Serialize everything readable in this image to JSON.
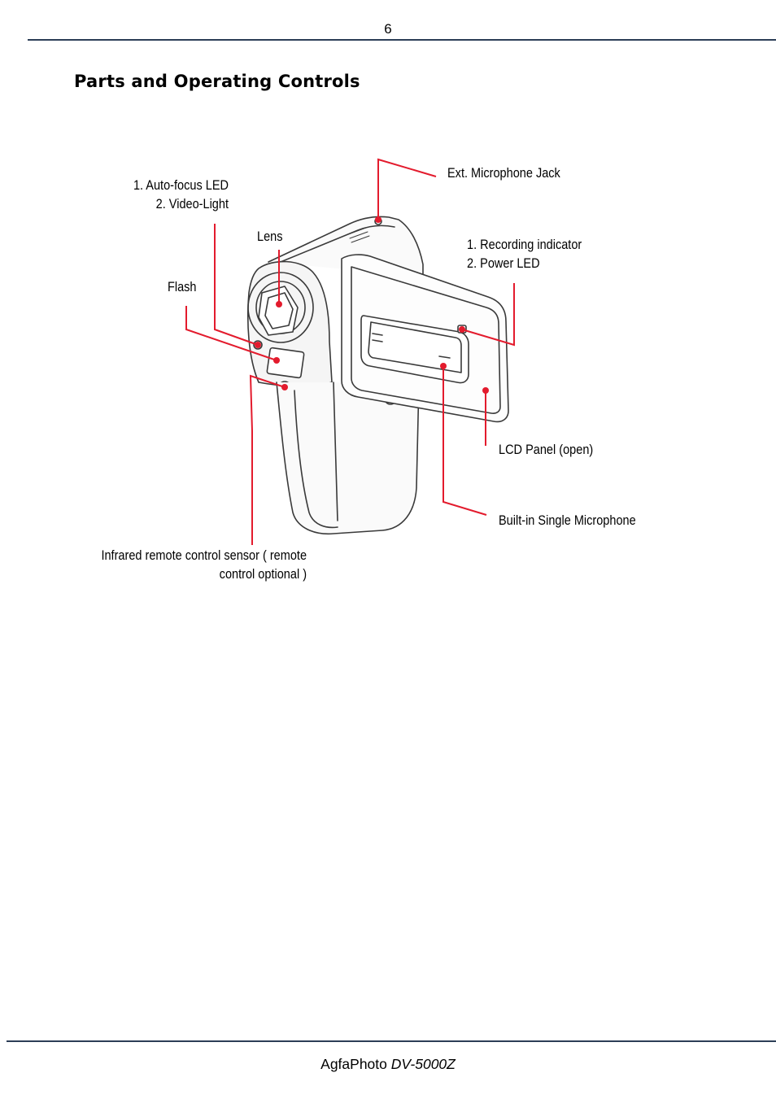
{
  "page_number": "6",
  "heading": "Parts and Operating Controls",
  "labels": {
    "autofocus_line1": "1. Auto-focus LED",
    "autofocus_line2": "2. Video-Light",
    "lens": "Lens",
    "flash": "Flash",
    "ext_mic": "Ext. Microphone Jack",
    "recording_line1": "1. Recording indicator",
    "recording_line2": "2. Power LED",
    "lcd_panel": "LCD Panel (open)",
    "builtin_mic": "Built-in Single Microphone",
    "infrared_line1": "Infrared remote control sensor ( remote",
    "infrared_line2": "control optional )"
  },
  "footer": {
    "brand": "AgfaPhoto",
    "model": "DV-5000Z"
  },
  "colors": {
    "callout": "#e31b2d",
    "rule": "#2c3e57"
  }
}
